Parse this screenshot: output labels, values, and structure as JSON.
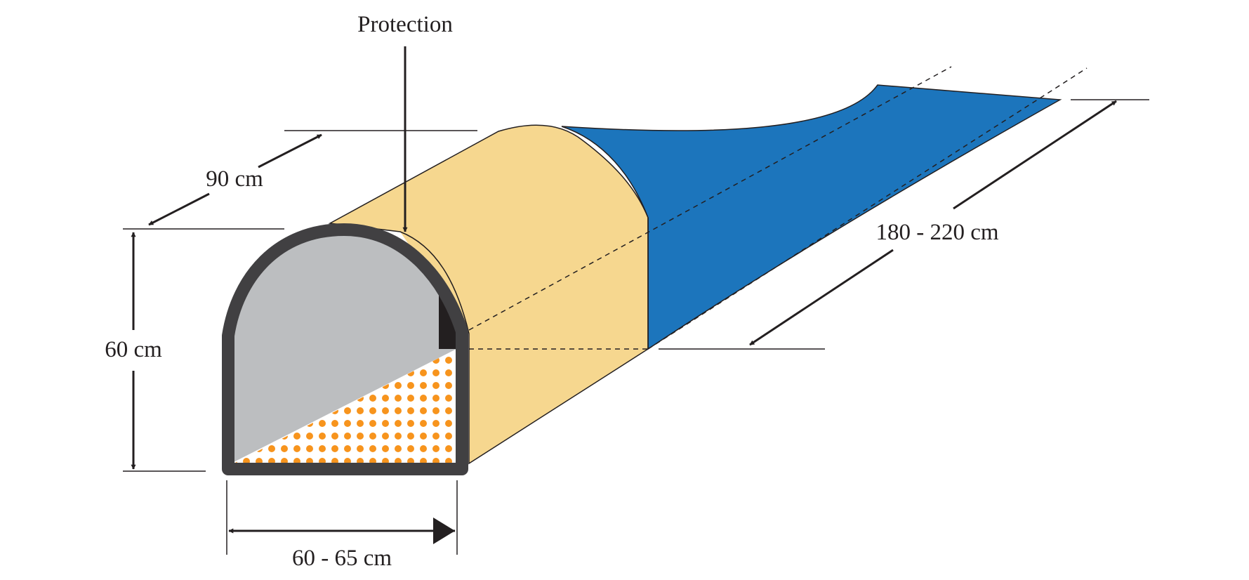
{
  "labels": {
    "protection": "Protection",
    "depth": "90 cm",
    "height": "60 cm",
    "width": "60 - 65 cm",
    "length": "180 - 220 cm"
  },
  "colors": {
    "protection_fill": "#f6d78f",
    "tarp_fill": "#1c75bc",
    "opening_fill": "#bcbec0",
    "frame": "#414042",
    "ground_dots": "#f7941d",
    "ink": "#231f20"
  }
}
